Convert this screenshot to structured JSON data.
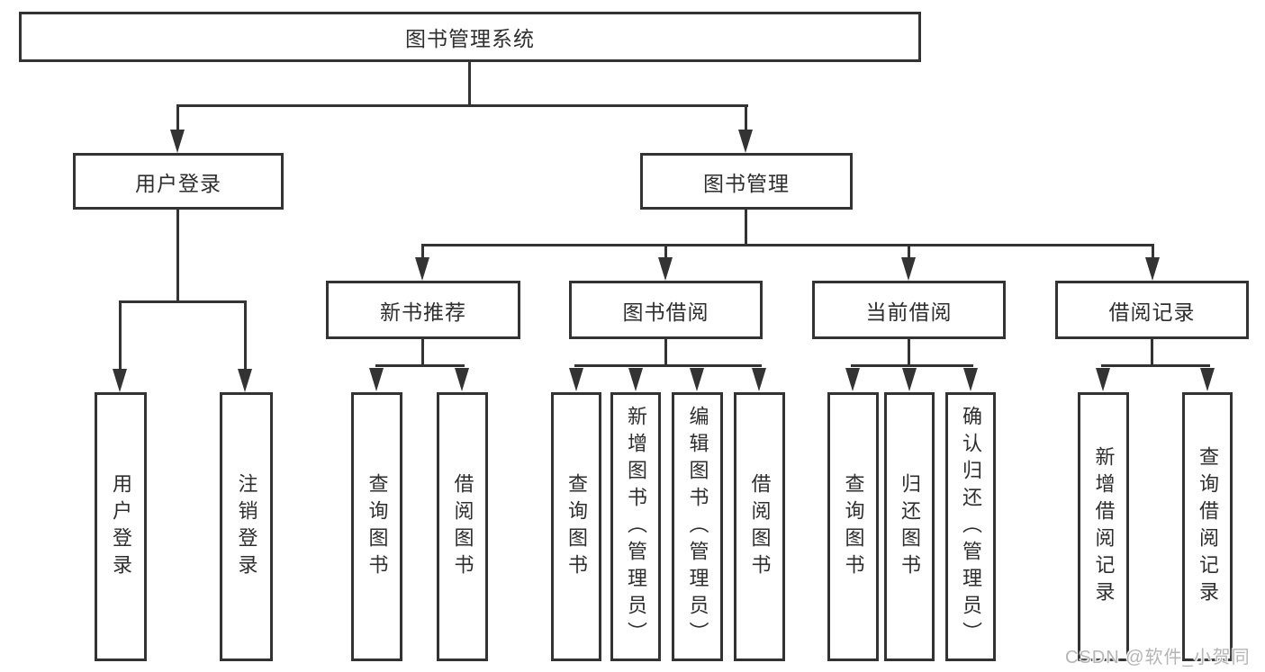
{
  "tree": {
    "root": {
      "label": "图书管理系统"
    },
    "level1": {
      "user_login": {
        "label": "用户登录"
      },
      "book_mgmt": {
        "label": "图书管理"
      }
    },
    "level2": {
      "new_book_rec": {
        "label": "新书推荐"
      },
      "book_borrow": {
        "label": "图书借阅"
      },
      "current_borrow": {
        "label": "当前借阅"
      },
      "borrow_records": {
        "label": "借阅记录"
      }
    },
    "leaves": {
      "user_login": {
        "label": "用户登录"
      },
      "logout": {
        "label": "注销登录"
      },
      "nb_query_books": {
        "label": "查询图书"
      },
      "nb_borrow_books": {
        "label": "借阅图书"
      },
      "bb_query_books": {
        "label": "查询图书"
      },
      "bb_add_books": {
        "label": "新增图书（管理员）"
      },
      "bb_edit_books": {
        "label": "编辑图书（管理员）"
      },
      "bb_borrow_books": {
        "label": "借阅图书"
      },
      "cb_query_books": {
        "label": "查询图书"
      },
      "cb_return_books": {
        "label": "归还图书"
      },
      "cb_confirm_return": {
        "label": "确认归还（管理员）"
      },
      "br_add_record": {
        "label": "新增借阅记录"
      },
      "br_query_record": {
        "label": "查询借阅记录"
      }
    }
  },
  "watermark": "CSDN @软件_小贺同学",
  "colors": {
    "line": "#333333",
    "text": "#2e2e2e",
    "watermark": "#b5b5b5",
    "background": "#ffffff"
  }
}
